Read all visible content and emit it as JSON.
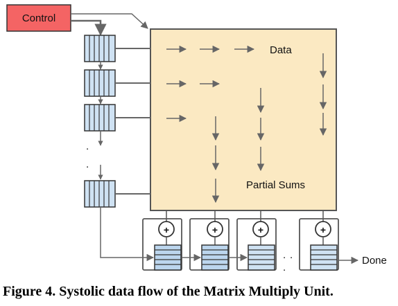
{
  "diagram": {
    "control_label": "Control",
    "data_label": "Data",
    "partial_sums_label": "Partial Sums",
    "done_label": "Done",
    "plus_symbol": "+",
    "ellipsis_dot": ".",
    "caption": "Figure 4. Systolic data flow of the Matrix Multiply Unit."
  },
  "colors": {
    "control_fill": "#f46464",
    "matrix_fill": "#fbe9c2",
    "fifo_fill": "#cfe2f3",
    "fifo_highlight": "#bcd6ee",
    "line": "#666666",
    "stroke": "#333333"
  }
}
